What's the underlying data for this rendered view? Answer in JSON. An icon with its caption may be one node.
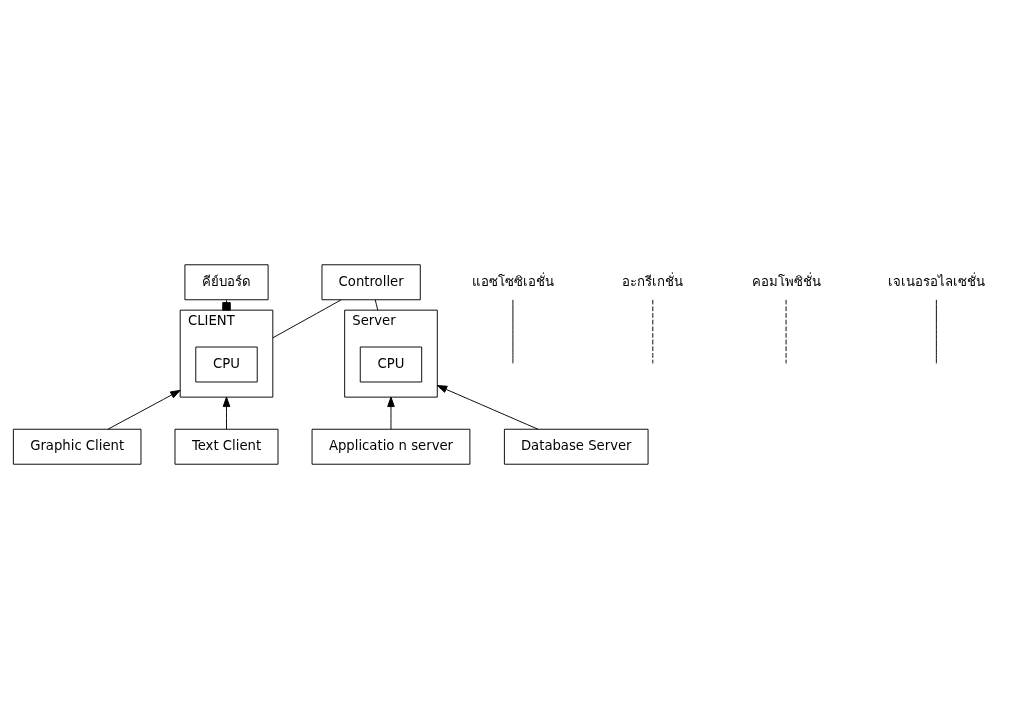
{
  "diagram": {
    "nodes": [
      {
        "text": [
          "Controller"
        ]
      },
      {
        "text": [
          "คีย์บอร์ด"
        ]
      },
      {
        "text": [
          "CLIENT"
        ]
      },
      {
        "text": [
          "CPU"
        ],
        "in": 2
      },
      {
        "text": [
          "Server"
        ]
      },
      {
        "text": [
          "CPU"
        ],
        "in": 4
      },
      {
        "text": [
          "Graphic Client"
        ]
      },
      {
        "text": [
          "Text Client"
        ]
      },
      {
        "text": [
          "Applicatio n server"
        ]
      },
      {
        "text": [
          "Database Server"
        ]
      },
      {
        "text": [
          "แอซโซซิเอชั่น"
        ]
      },
      {
        "text": [
          "อะกรีเกชั่น"
        ]
      },
      {
        "text": [
          "คอมโพซิชั่น"
        ]
      },
      {
        "text": [
          "เจเนอรอไลเซชั่น"
        ]
      }
    ],
    "edges": [
      {
        "from": 0,
        "to": 2,
        "arrow": "none"
      },
      {
        "from": 0,
        "to": 4,
        "arrow": "none"
      },
      {
        "from": 1,
        "to": 2,
        "arrow": "other"
      },
      {
        "from": 6,
        "to": 2,
        "arrow": "to"
      },
      {
        "from": 7,
        "to": 2,
        "arrow": "to"
      },
      {
        "from": 8,
        "to": 4,
        "arrow": "to"
      },
      {
        "from": 9,
        "to": 4,
        "arrow": "to"
      },
      {
        "from": 10,
        "to": null,
        "arrow": "none"
      },
      {
        "from": 11,
        "to": null,
        "arrow": "none",
        "style": "dashed"
      },
      {
        "from": 12,
        "to": null,
        "arrow": "none",
        "style": "dashed"
      },
      {
        "from": 13,
        "to": null,
        "arrow": "none"
      }
    ]
  }
}
